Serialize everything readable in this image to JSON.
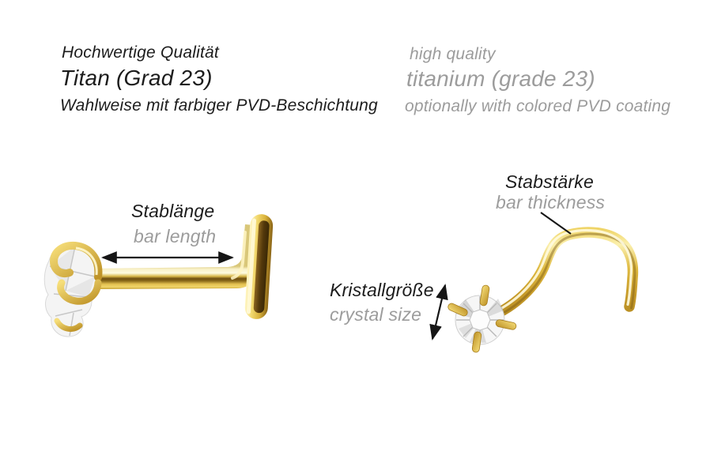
{
  "page": {
    "background": "#ffffff"
  },
  "header": {
    "de": {
      "quality": "Hochwertige Qualität",
      "material": "Titan (Grad 23)",
      "coating": "Wahlweise mit farbiger PVD-Beschichtung"
    },
    "en": {
      "quality": "high quality",
      "material": "titanium (grade 23)",
      "coating": "optionally with colored PVD coating"
    }
  },
  "annotations": {
    "bar_length": {
      "de": "Stablänge",
      "en": "bar length"
    },
    "bar_thickness": {
      "de": "Stabstärke",
      "en": "bar thickness"
    },
    "crystal_size": {
      "de": "Kristallgröße",
      "en": "crystal size"
    }
  },
  "illustrations": {
    "left": "l-shaped-nose-stud-with-prong-set-crystal",
    "right": "curved-nose-screw-with-prong-set-crystal"
  },
  "colors": {
    "text_primary": "#1c1c1c",
    "text_secondary": "#9c9c9c",
    "gold": "#D9B23B",
    "gold_highlight": "#FDF6D0",
    "gold_shadow": "#6E4E10",
    "crystal": "#f5f5f5",
    "arrow": "#161616"
  }
}
